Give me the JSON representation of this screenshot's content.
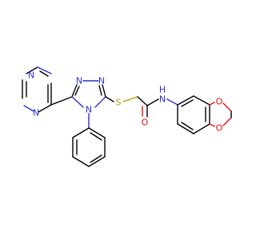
{
  "molecule": {
    "atom_labels": {
      "n_pyrazine_top": "N",
      "n_pyrazine_bottom": "N",
      "n_triazole_1": "N",
      "n_triazole_2": "N",
      "n_triazole_4": "N",
      "s_thioether": "S",
      "o_carbonyl": "O",
      "n_amide": "N",
      "h_amide": "H",
      "o_dioxole_top": "O",
      "o_dioxole_bottom": "O"
    },
    "colors": {
      "carbon_bond": "#000000",
      "nitrogen": "#2b32d9",
      "oxygen": "#e8120b",
      "sulfur": "#b3a400"
    }
  }
}
